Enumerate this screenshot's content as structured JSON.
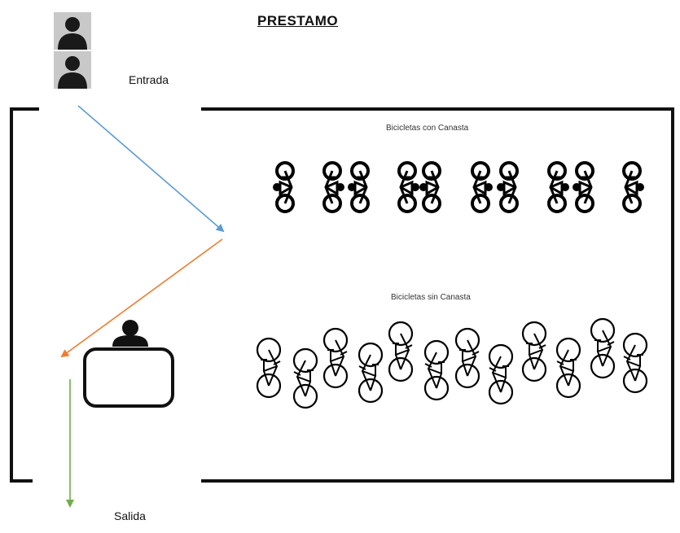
{
  "title": "PRESTAMO",
  "entrance_label": "Entrada",
  "exit_label": "Salida",
  "basket_section_label": "Bicicletas con Canasta",
  "no_basket_section_label": "Bicicletas sin Canasta",
  "colors": {
    "entry_arrow": "#5b9bd5",
    "to_desk_arrow": "#ed7d31",
    "exit_arrow": "#70ad47",
    "walls": "#111111"
  },
  "icons": [
    "person-icon",
    "person-icon",
    "attendant-icon",
    "desk-icon",
    "bicycle-icon"
  ]
}
